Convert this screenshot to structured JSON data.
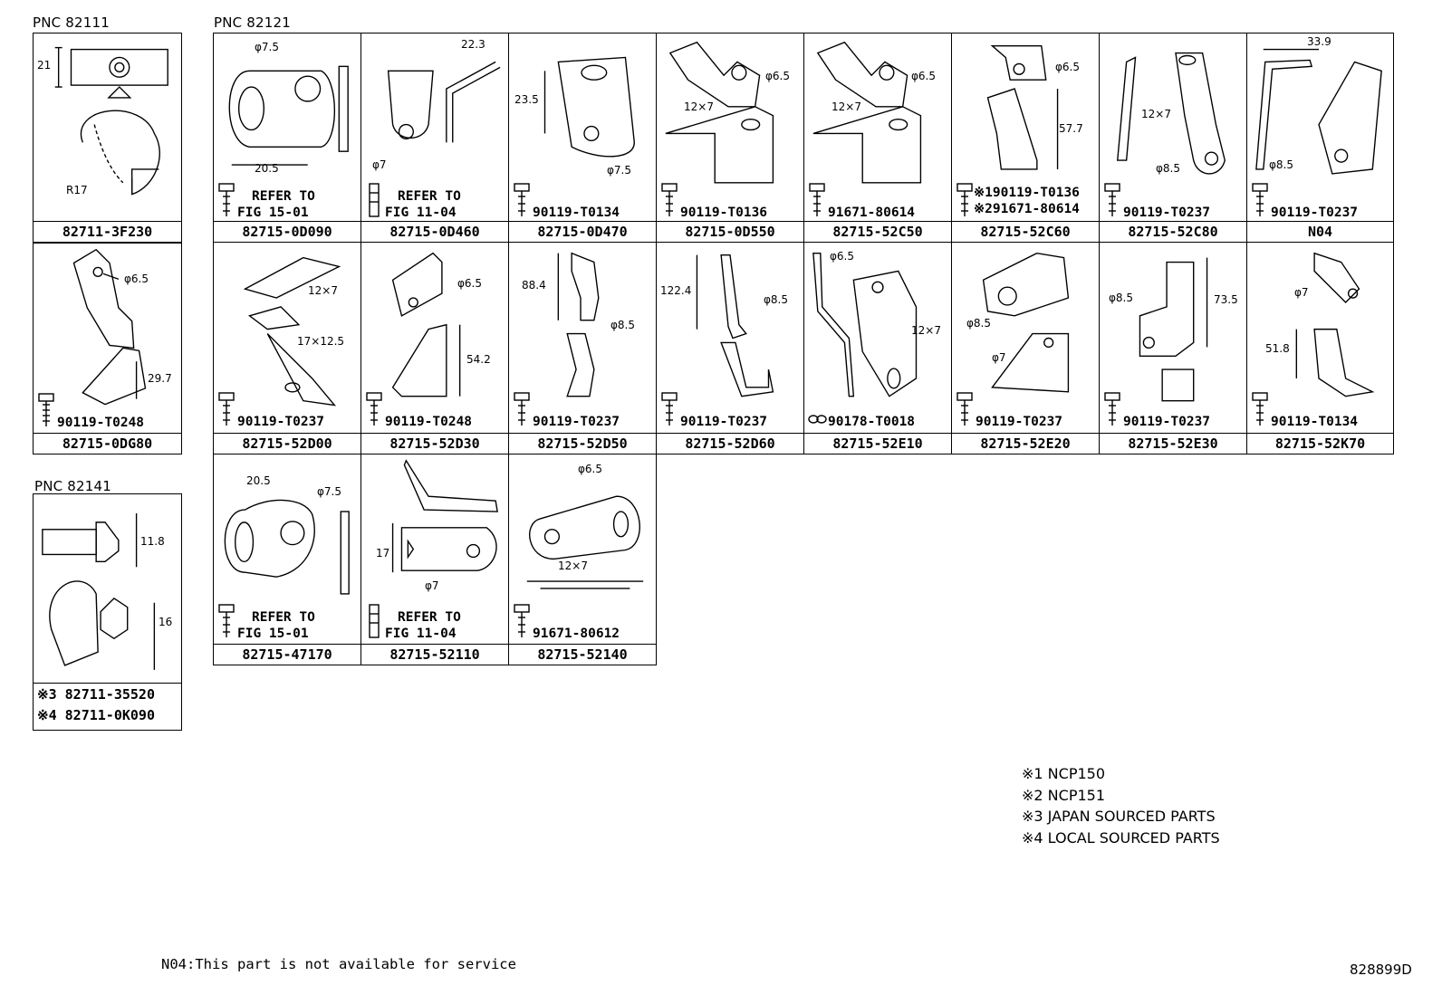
{
  "groups": {
    "g82111": "PNC 82111",
    "g82121": "PNC 82121",
    "g82141": "PNC 82141"
  },
  "cells": {
    "c1": {
      "part": "82711-3F230",
      "dims": [
        "21",
        "R17"
      ]
    },
    "c2": {
      "part": "82715-0DG80",
      "dims": [
        "φ6.5",
        "29.7"
      ],
      "bolt": "90119-T0248"
    },
    "r1_1": {
      "part": "82715-0D090",
      "dims": [
        "φ7.5",
        "20.5"
      ],
      "ref1": "REFER TO",
      "ref2": "FIG 15-01"
    },
    "r1_2": {
      "part": "82715-0D460",
      "dims": [
        "22.3",
        "φ7"
      ],
      "ref1": "REFER TO",
      "ref2": "FIG 11-04"
    },
    "r1_3": {
      "part": "82715-0D470",
      "dims": [
        "23.5",
        "φ7.5"
      ],
      "bolt": "90119-T0134"
    },
    "r1_4": {
      "part": "82715-0D550",
      "dims": [
        "φ6.5",
        "12×7"
      ],
      "bolt": "90119-T0136"
    },
    "r1_5": {
      "part": "82715-52C50",
      "dims": [
        "φ6.5",
        "12×7"
      ],
      "bolt": "91671-80614"
    },
    "r1_6": {
      "part": "82715-52C60",
      "dims": [
        "φ6.5",
        "57.7"
      ],
      "bolt1": "※190119-T0136",
      "bolt2": "※291671-80614"
    },
    "r1_7": {
      "part": "82715-52C80",
      "dims": [
        "12×7",
        "φ8.5"
      ],
      "bolt": "90119-T0237"
    },
    "r1_8": {
      "part": "N04",
      "dims": [
        "33.9",
        "φ8.5"
      ],
      "bolt": "90119-T0237"
    },
    "r2_1": {
      "part": "82715-52D00",
      "dims": [
        "12×7",
        "17×12.5"
      ],
      "bolt": "90119-T0237"
    },
    "r2_2": {
      "part": "82715-52D30",
      "dims": [
        "φ6.5",
        "54.2"
      ],
      "bolt": "90119-T0248"
    },
    "r2_3": {
      "part": "82715-52D50",
      "dims": [
        "88.4",
        "φ8.5"
      ],
      "bolt": "90119-T0237"
    },
    "r2_4": {
      "part": "82715-52D60",
      "dims": [
        "122.4",
        "φ8.5"
      ],
      "bolt": "90119-T0237"
    },
    "r2_5": {
      "part": "82715-52E10",
      "dims": [
        "φ6.5",
        "12×7"
      ],
      "bolt": "90178-T0018"
    },
    "r2_6": {
      "part": "82715-52E20",
      "dims": [
        "φ8.5",
        "φ7"
      ],
      "bolt": "90119-T0237"
    },
    "r2_7": {
      "part": "82715-52E30",
      "dims": [
        "φ8.5",
        "73.5"
      ],
      "bolt": "90119-T0237"
    },
    "r2_8": {
      "part": "82715-52K70",
      "dims": [
        "φ7",
        "51.8"
      ],
      "bolt": "90119-T0134"
    },
    "r3_1": {
      "part": "82715-47170",
      "dims": [
        "20.5",
        "φ7.5"
      ],
      "ref1": "REFER TO",
      "ref2": "FIG 15-01"
    },
    "r3_2": {
      "part": "82715-52110",
      "dims": [
        "17",
        "φ7"
      ],
      "ref1": "REFER TO",
      "ref2": "FIG 11-04"
    },
    "r3_3": {
      "part": "82715-52140",
      "dims": [
        "φ6.5",
        "12×7"
      ],
      "bolt": "91671-80612"
    },
    "c82141": {
      "dims": [
        "11.8",
        "16"
      ],
      "line1": "※3 82711-35520",
      "line2": "※4 82711-0K090"
    }
  },
  "notes": [
    "※1 NCP150",
    "※2 NCP151",
    "※3 JAPAN SOURCED PARTS",
    "※4 LOCAL SOURCED PARTS"
  ],
  "footnote": "N04:This part is not available for service",
  "figure_id": "828899D"
}
